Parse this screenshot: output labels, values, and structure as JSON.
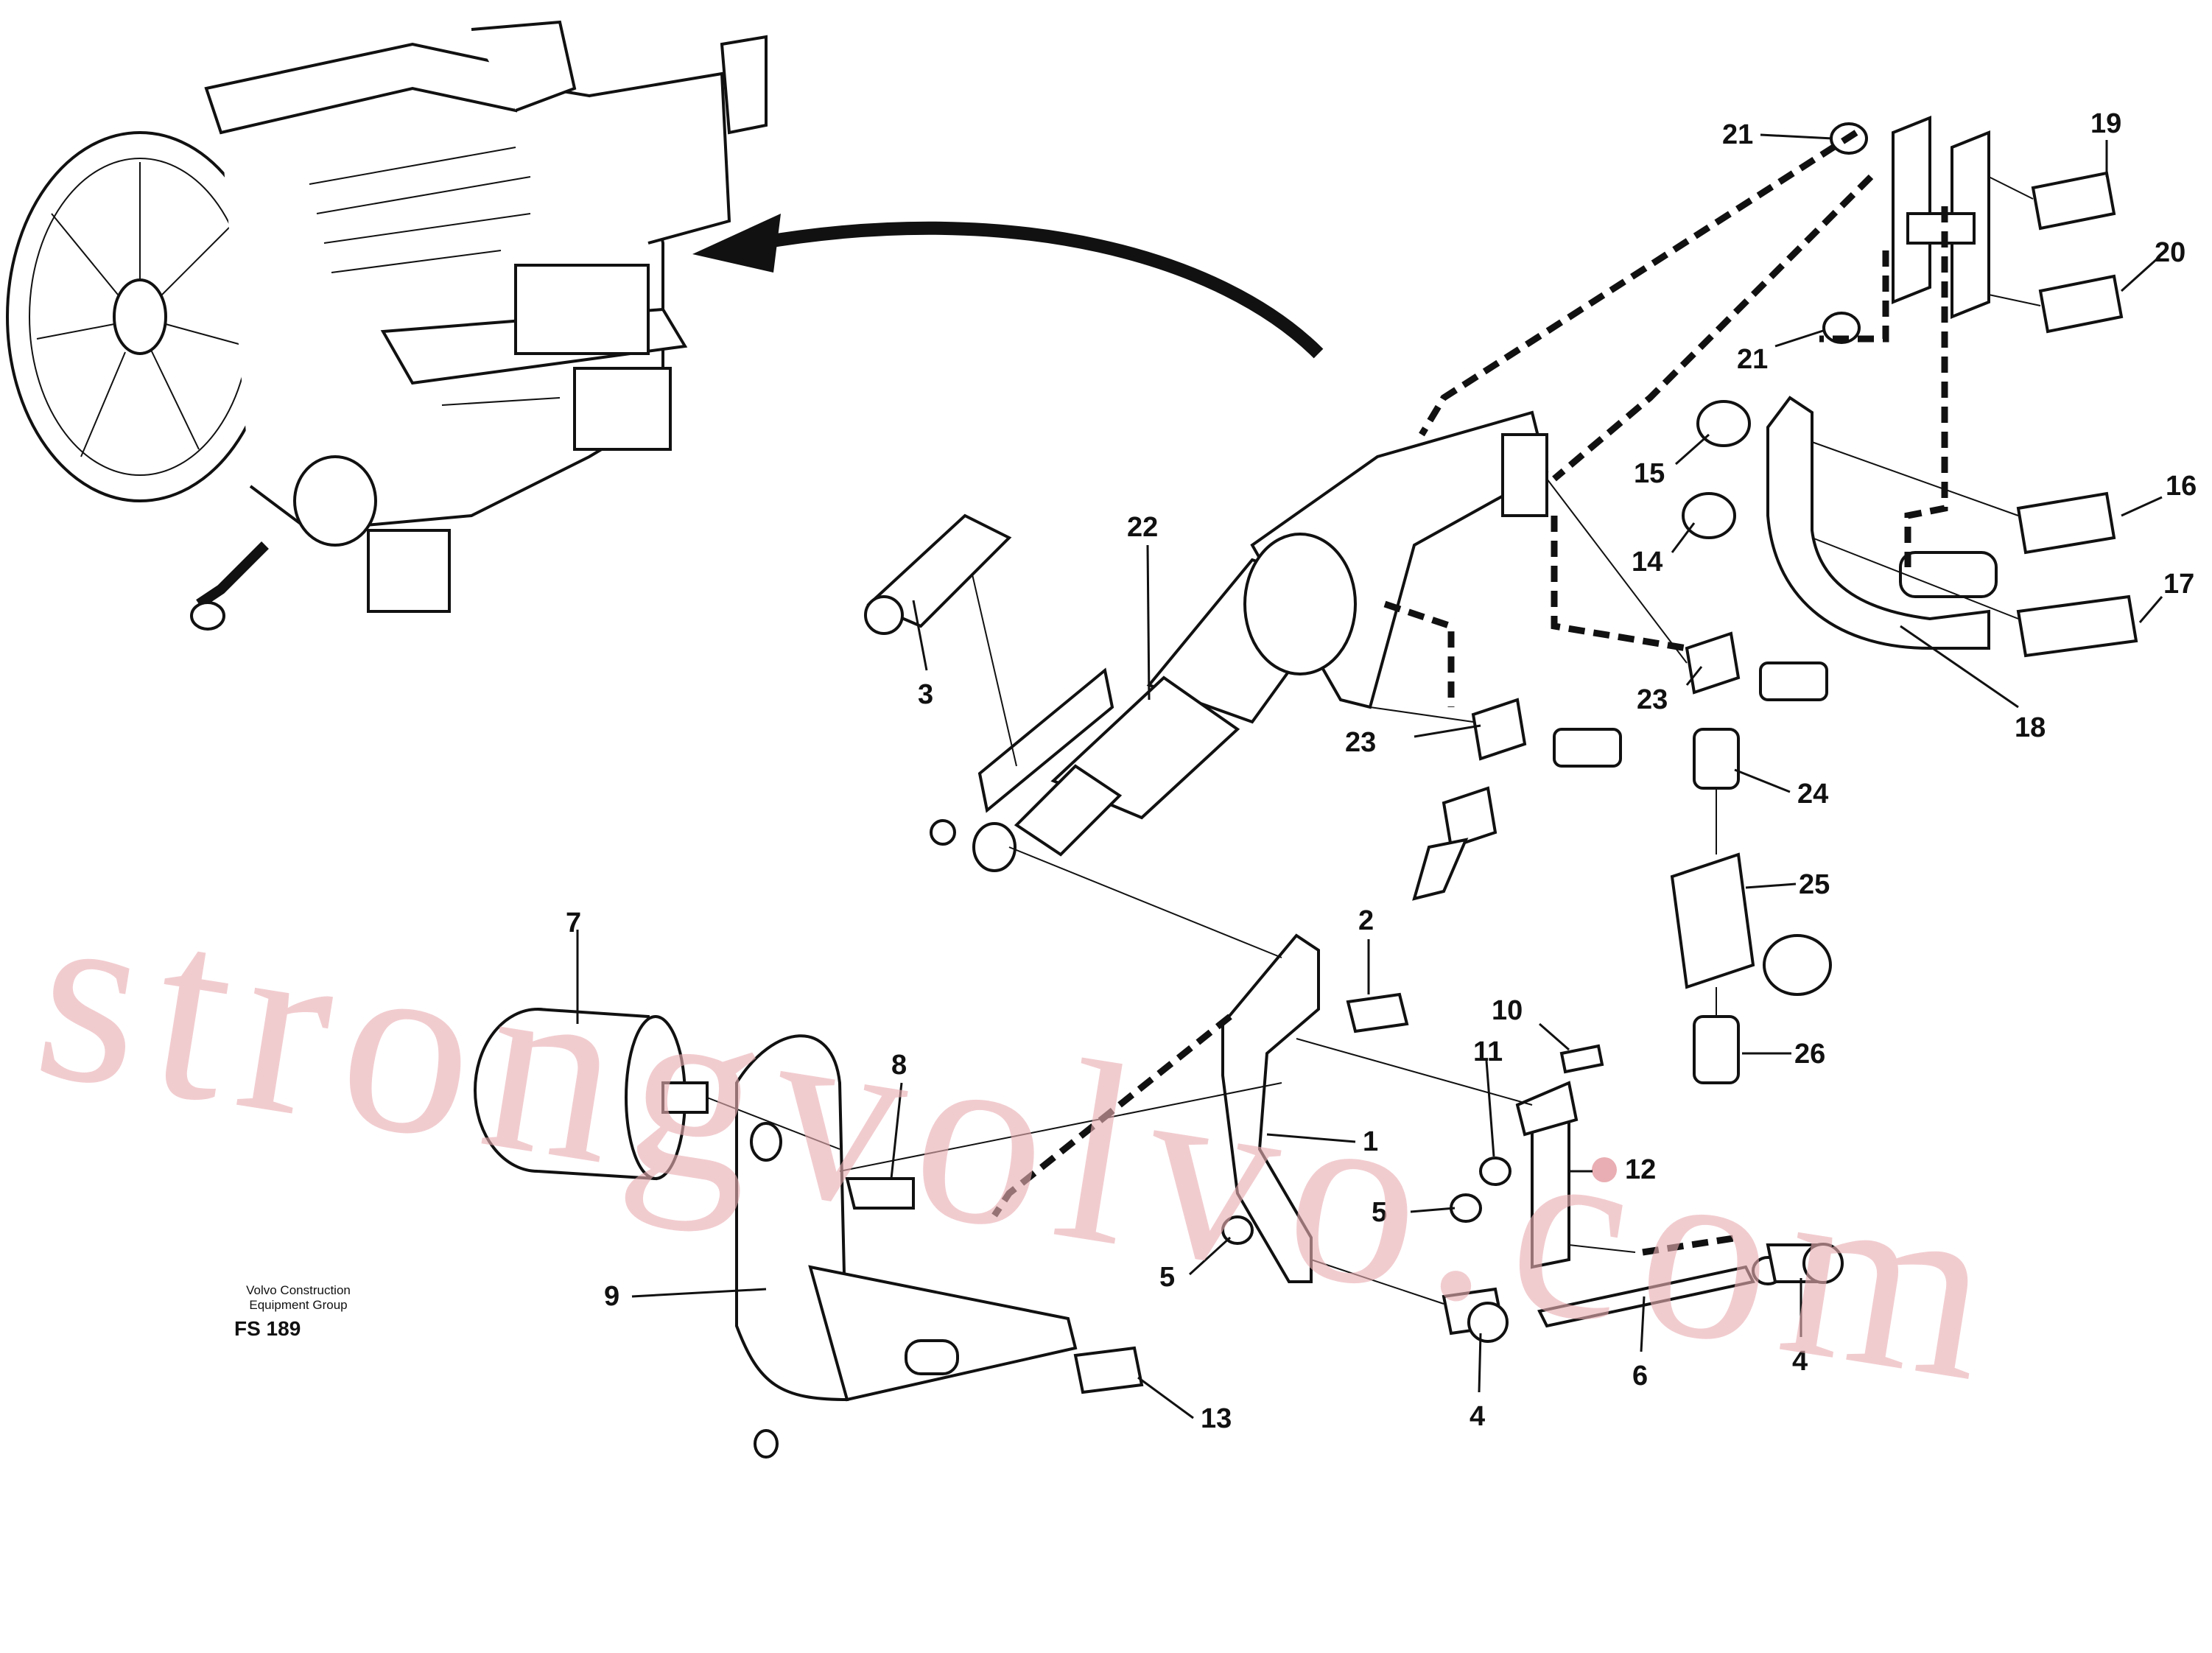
{
  "watermark": "strongvolvo.com",
  "caption": {
    "line1": "Volvo Construction",
    "line2": "Equipment Group",
    "code": "FS 189"
  },
  "callouts": [
    "1",
    "2",
    "3",
    "4",
    "4",
    "5",
    "5",
    "6",
    "7",
    "8",
    "9",
    "10",
    "11",
    "12",
    "13",
    "14",
    "15",
    "16",
    "17",
    "18",
    "19",
    "20",
    "21",
    "21",
    "22",
    "23",
    "23",
    "24",
    "25",
    "26"
  ]
}
